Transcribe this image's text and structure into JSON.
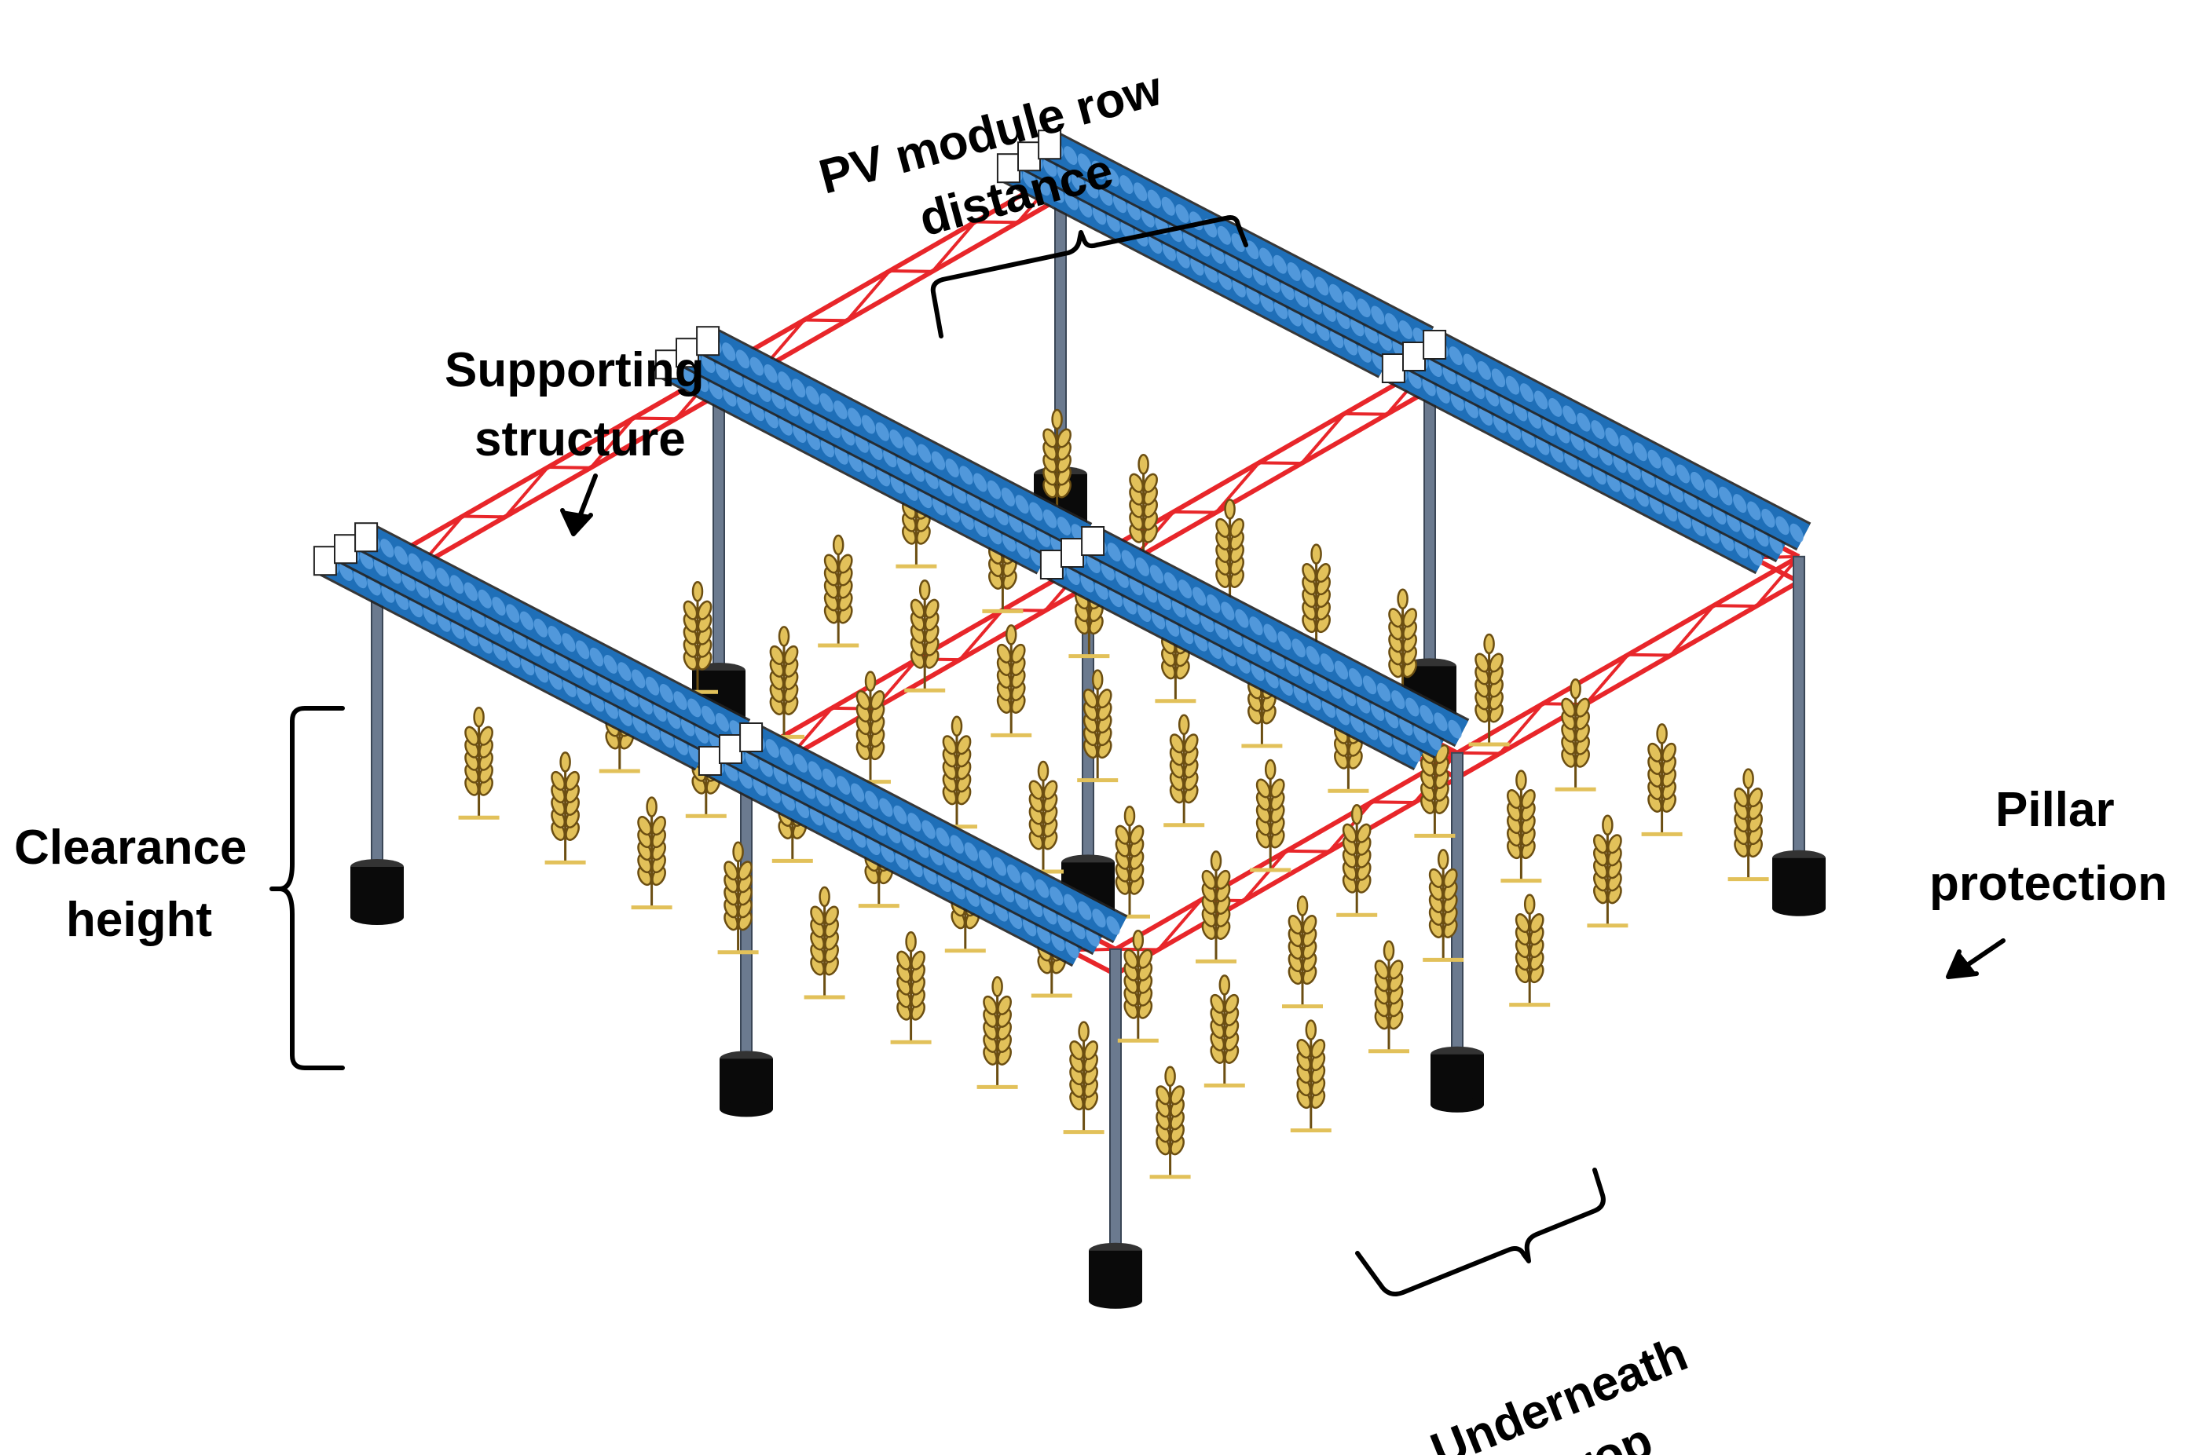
{
  "labels": {
    "pv_row_distance_line1": "PV module row",
    "pv_row_distance_line2": "distance",
    "supporting_structure_line1": "Supporting",
    "supporting_structure_line2": "structure",
    "clearance_height_line1": "Clearance",
    "clearance_height_line2": "height",
    "pillar_protection_line1": "Pillar",
    "pillar_protection_line2": "protection",
    "underneath_crop_line1": "Underneath",
    "underneath_crop_line2": "crop"
  },
  "colors": {
    "truss": "#e8262a",
    "panel": "#1f6fb8",
    "panel_light": "#5aa0e0",
    "pillar": "#6b7a8f",
    "pillar_base": "#0a0a0a",
    "crop": "#e2c15a",
    "crop_stroke": "#6b4e12",
    "text": "#000000"
  }
}
